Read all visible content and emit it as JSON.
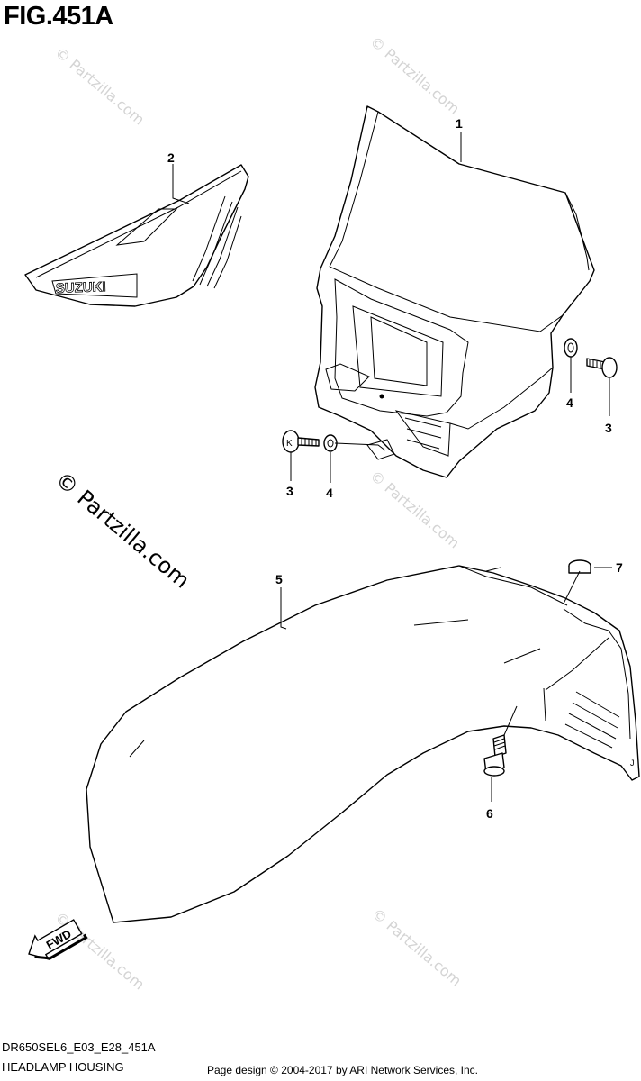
{
  "figure": {
    "title": "FIG.451A",
    "diagram_code": "DR650SEL6_E03_E28_451A",
    "caption": "HEADLAMP HOUSING",
    "credit": "Page design © 2004-2017 by ARI Network Services, Inc."
  },
  "watermark": {
    "text": "© Partzilla.com"
  },
  "emblem": {
    "brand": "SUZUKI"
  },
  "direction_arrow": {
    "label": "FWD"
  },
  "callouts": [
    {
      "id": "1",
      "label": "1"
    },
    {
      "id": "2",
      "label": "2"
    },
    {
      "id": "3a",
      "label": "3"
    },
    {
      "id": "3b",
      "label": "3"
    },
    {
      "id": "4a",
      "label": "4"
    },
    {
      "id": "4b",
      "label": "4"
    },
    {
      "id": "5",
      "label": "5"
    },
    {
      "id": "6",
      "label": "6"
    },
    {
      "id": "7",
      "label": "7"
    }
  ]
}
